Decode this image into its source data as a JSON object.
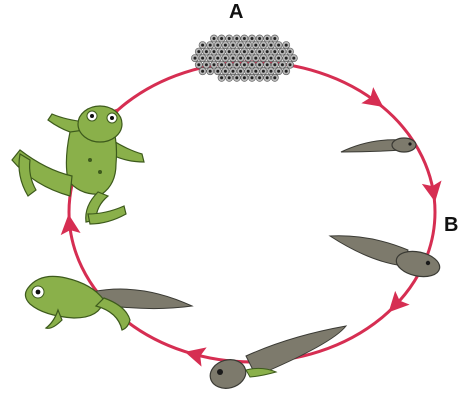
{
  "labels": {
    "a": "A",
    "b": "B"
  },
  "cycle": {
    "stages": [
      "frogspawn-eggs",
      "small-tadpole",
      "tadpole",
      "tadpole-with-hind-legs",
      "froglet",
      "adult-frog"
    ],
    "arrow_direction": "clockwise"
  },
  "colors": {
    "cycle_ring": "#d62e52",
    "arrow": "#d62e52",
    "frog_green": "#8ab04a",
    "frog_outline": "#3d5a1c",
    "tadpole_body": "#7d7a6c",
    "tadpole_outline": "#3a3a34",
    "egg_fill": "#b8b8b8",
    "egg_center": "#222222"
  }
}
